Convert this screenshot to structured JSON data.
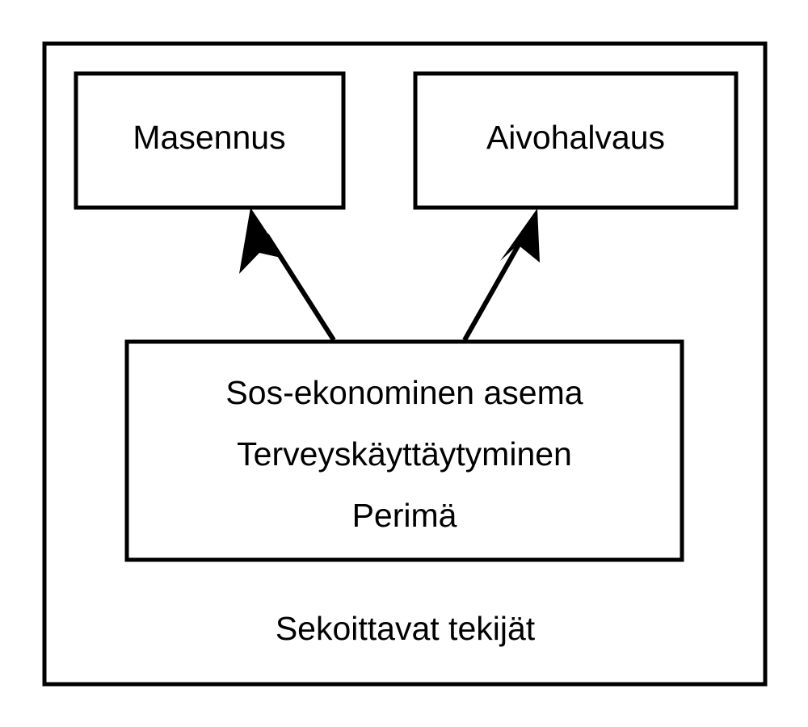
{
  "diagram": {
    "type": "causal-dag",
    "outer_frame": {
      "name": "confounder-frame",
      "caption": "Sekoittavat tekijät"
    },
    "nodes": [
      {
        "id": "masennus",
        "label": "Masennus",
        "role": "outcome-left"
      },
      {
        "id": "aivohalvaus",
        "label": "Aivohalvaus",
        "role": "outcome-right"
      },
      {
        "id": "confounders",
        "role": "confounder-source",
        "lines": [
          "Sos-ekonominen asema",
          "Terveyskäyttäytyminen",
          "Perimä"
        ]
      }
    ],
    "edges": [
      {
        "id": "edge-confounders-to-masennus",
        "from": "confounders",
        "to": "masennus",
        "arrow": "single-head"
      },
      {
        "id": "edge-confounders-to-aivohalvaus",
        "from": "confounders",
        "to": "aivohalvaus",
        "arrow": "single-head"
      }
    ],
    "colors": {
      "background": "#ffffff",
      "stroke": "#000000",
      "text": "#000000",
      "fill": "#ffffff"
    }
  }
}
